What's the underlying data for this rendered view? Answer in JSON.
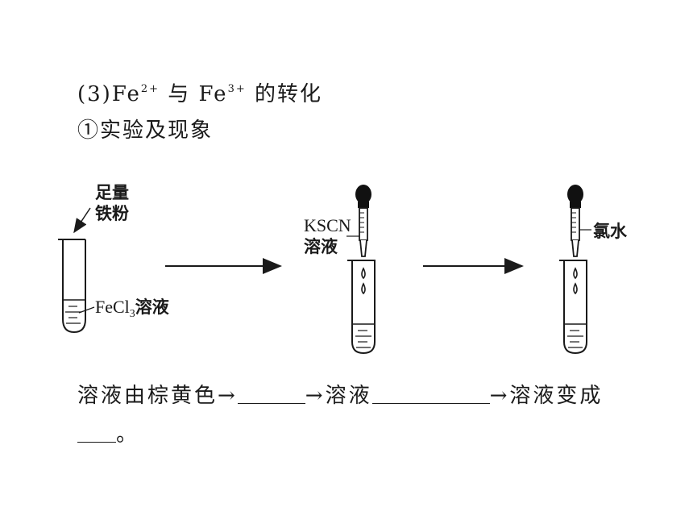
{
  "heading1": {
    "prefix": "(3)Fe",
    "sup1": "2+",
    "middle": " 与 Fe",
    "sup2": "3+",
    "suffix": " 的转化"
  },
  "heading2": "①实验及现象",
  "tube1": {
    "top_label": "足量\n铁粉",
    "line1": "足量",
    "line2": "铁粉",
    "reagent_prefix": "FeCl",
    "reagent_sub": "3",
    "reagent_suffix": "溶液"
  },
  "tube2": {
    "label_line1": "KSCN",
    "label_line2": "溶液"
  },
  "tube3": {
    "label": "氯水"
  },
  "sentence": {
    "part1": "溶液由棕黄色→",
    "part2": "→溶液",
    "part3": "→溶液变成",
    "end": "。"
  }
}
